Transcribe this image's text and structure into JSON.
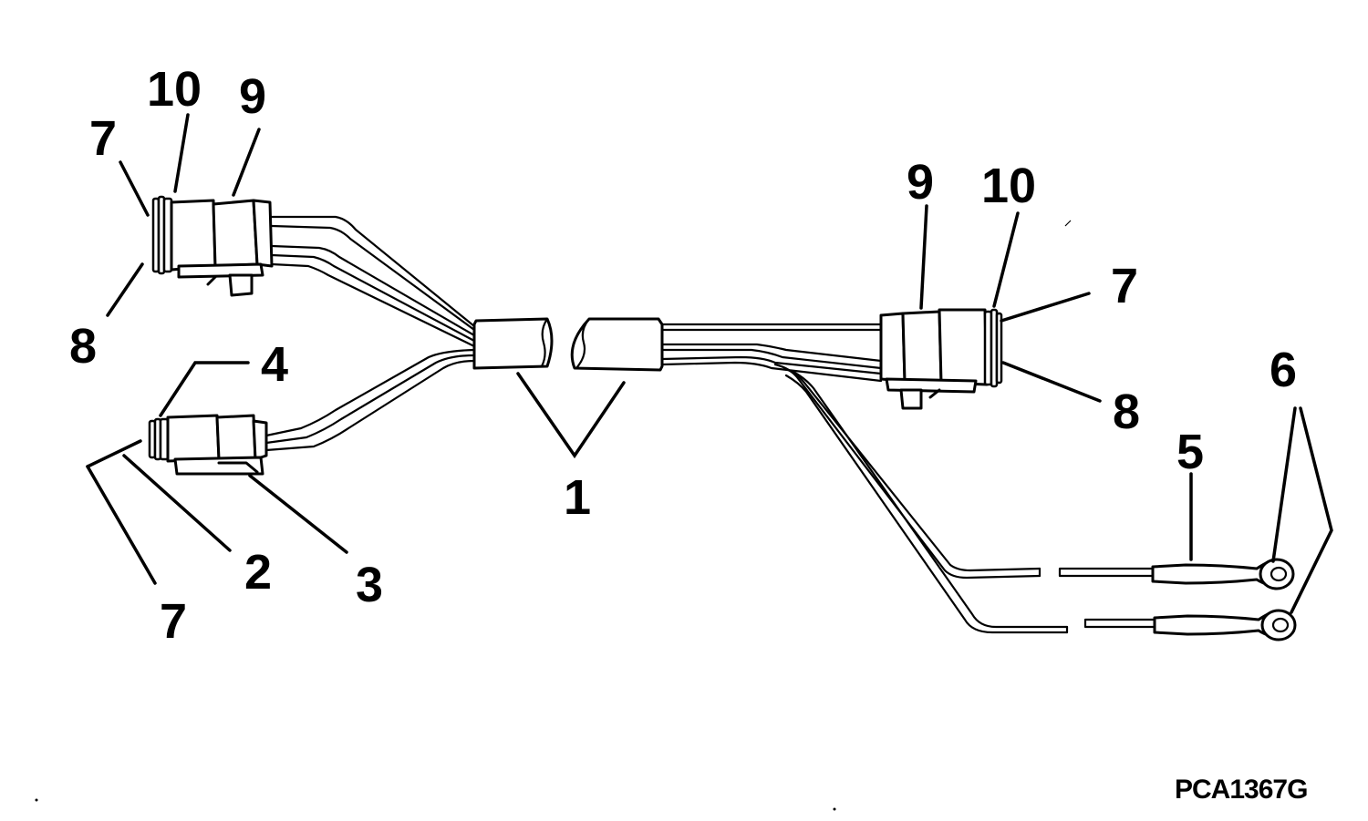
{
  "callouts": {
    "c1": "1",
    "c2": "2",
    "c3": "3",
    "c4": "4",
    "c5": "5",
    "c6": "6",
    "c7_top_left": "7",
    "c7_right": "7",
    "c7_bottom_left": "7",
    "c8_top_left": "8",
    "c8_right": "8",
    "c9_top_left": "9",
    "c9_right": "9",
    "c10_top_left": "10",
    "c10_right": "10"
  },
  "figure_code": "PCA1367G"
}
